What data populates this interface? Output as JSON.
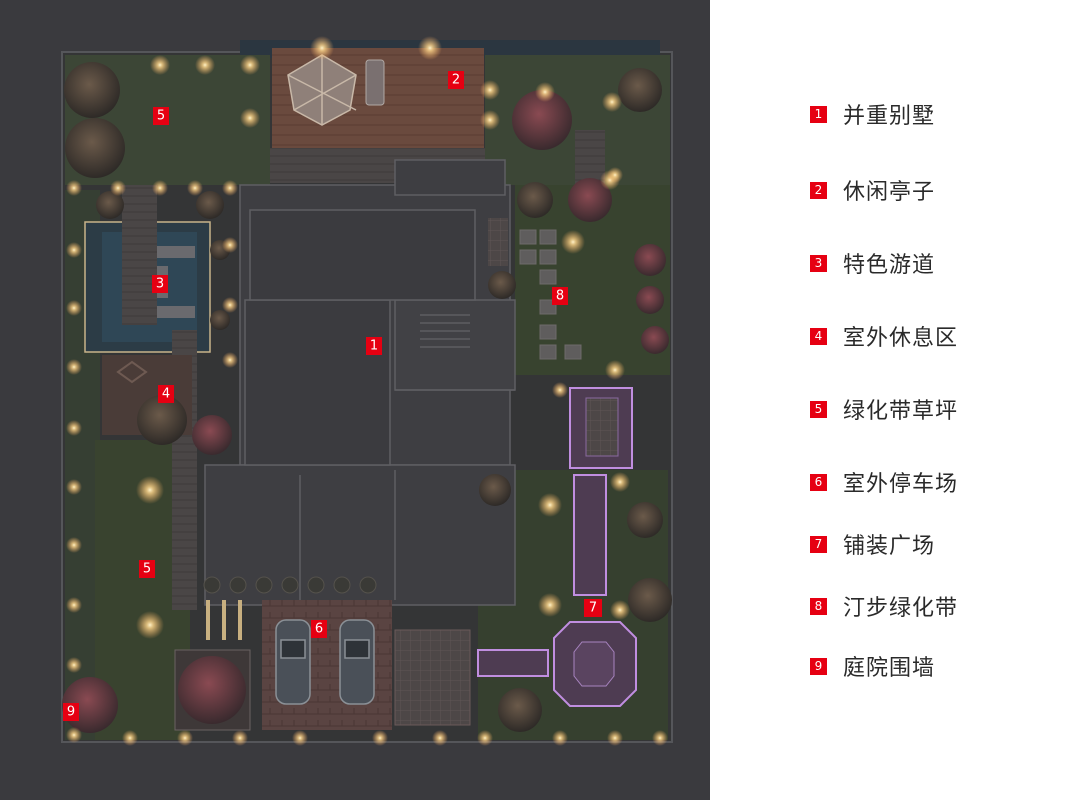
{
  "colors": {
    "background_dark": "#3a3a3e",
    "marker_red": "#e60012",
    "deck_wood": "#6a4a3e",
    "lawn": "#3b4a35",
    "path_purple": "#b27ad6",
    "light_glow": "#ffd9a0"
  },
  "plan_markers": [
    {
      "num": "1"
    },
    {
      "num": "2"
    },
    {
      "num": "3"
    },
    {
      "num": "4"
    },
    {
      "num": "5"
    },
    {
      "num": "5"
    },
    {
      "num": "6"
    },
    {
      "num": "7"
    },
    {
      "num": "8"
    },
    {
      "num": "9"
    }
  ],
  "legend": [
    {
      "num": "1",
      "label": "并重别墅"
    },
    {
      "num": "2",
      "label": "休闲亭子"
    },
    {
      "num": "3",
      "label": "特色游道"
    },
    {
      "num": "4",
      "label": "室外休息区"
    },
    {
      "num": "5",
      "label": "绿化带草坪"
    },
    {
      "num": "6",
      "label": "室外停车场"
    },
    {
      "num": "7",
      "label": "铺装广场"
    },
    {
      "num": "8",
      "label": "汀步绿化带"
    },
    {
      "num": "9",
      "label": "庭院围墙"
    }
  ]
}
